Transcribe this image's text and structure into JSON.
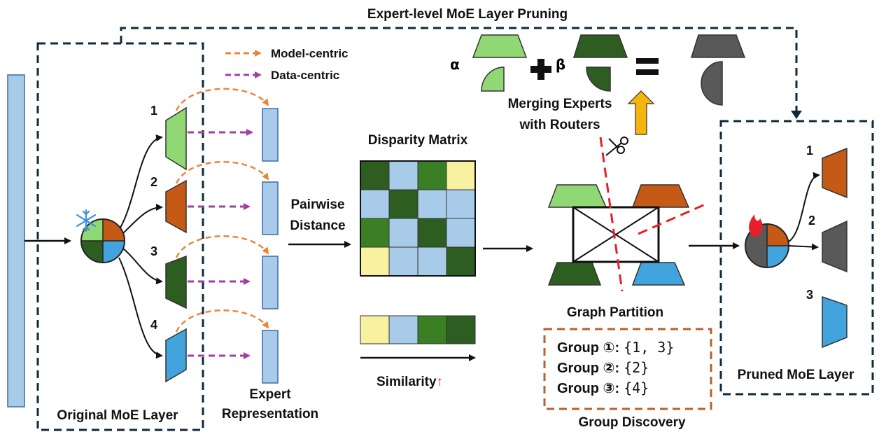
{
  "title": "Expert-level MoE Layer Pruning",
  "legend": {
    "model_centric": "Model-centric",
    "data_centric": "Data-centric"
  },
  "labels": {
    "original_layer": "Original MoE Layer",
    "expert_repr_line1": "Expert",
    "expert_repr_line2": "Representation",
    "pairwise_line1": "Pairwise",
    "pairwise_line2": "Distance",
    "disparity_matrix": "Disparity Matrix",
    "similarity": "Similarity",
    "similarity_arrow": "↑",
    "graph_partition": "Graph Partition",
    "group_discovery": "Group Discovery",
    "merging_line1": "Merging Experts",
    "merging_line2": "with Routers",
    "pruned_layer": "Pruned MoE Layer",
    "alpha": "α",
    "beta": "β"
  },
  "expert_numbers": [
    "1",
    "2",
    "3",
    "4"
  ],
  "pruned_numbers": [
    "1",
    "2",
    "3"
  ],
  "groups": [
    {
      "name": "Group ①:",
      "members": "{1, 3}"
    },
    {
      "name": "Group ②:",
      "members": "{2}"
    },
    {
      "name": "Group ③:",
      "members": "{4}"
    }
  ],
  "colors": {
    "light_green": "#8fd873",
    "orange": "#c55a16",
    "dark_green": "#2e5d22",
    "blue": "#41a4dc",
    "mid_green": "#3b7f24",
    "pale_blue": "#a9cbea",
    "pale_yellow": "#f8f1a0",
    "gray": "#595959",
    "dashed_navy": "#0f2a3c",
    "dashed_orange": "#e8873a",
    "dashed_purple": "#a23fa6",
    "group_box": "#b8622a",
    "red": "#e8202a",
    "gold": "#f4b60c"
  },
  "matrix": [
    [
      "dark_green",
      "pale_blue",
      "mid_green",
      "pale_yellow"
    ],
    [
      "pale_blue",
      "dark_green",
      "pale_blue",
      "pale_blue"
    ],
    [
      "mid_green",
      "pale_blue",
      "dark_green",
      "pale_blue"
    ],
    [
      "pale_yellow",
      "pale_blue",
      "pale_blue",
      "dark_green"
    ]
  ],
  "similarity_bar": [
    "pale_yellow",
    "pale_blue",
    "mid_green",
    "dark_green"
  ],
  "icons": [
    "snowflake-icon",
    "scissors-icon",
    "fire-icon",
    "plus-icon",
    "equals-icon",
    "up-arrow-icon"
  ]
}
